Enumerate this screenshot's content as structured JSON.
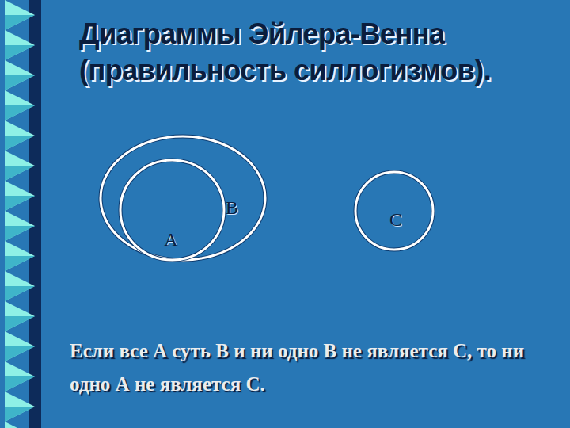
{
  "diagram": {
    "title": "Диаграммы Эйлера-Венна (правильность силлогизмов).",
    "caption": "Если все А суть В и ни одно В не является С, то ни одно А не является С.",
    "nodes": [
      {
        "text": [
          "В"
        ]
      },
      {
        "text": [
          "А"
        ],
        "in": 0
      },
      {
        "text": [
          "С"
        ]
      }
    ]
  }
}
